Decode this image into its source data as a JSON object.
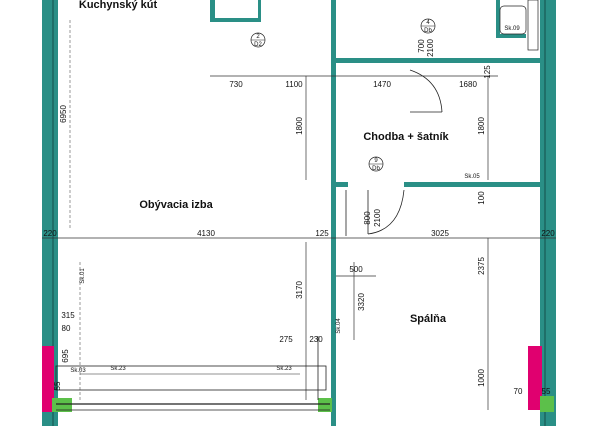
{
  "rooms": {
    "kitchen": "Kuchynský kút",
    "living": "Obývacia izba",
    "hall": "Chodba + šatník",
    "bedroom": "Spálňa"
  },
  "dimensions": {
    "d730": "730",
    "d1100": "1100",
    "d1470": "1470",
    "d1680": "1680",
    "d125_top": "125",
    "d6950": "6950",
    "d1800_left": "1800",
    "d1800_right": "1800",
    "d700": "700",
    "d2100_top": "2100",
    "d220_left": "220",
    "d4130": "4130",
    "d125_mid": "125",
    "d3025": "3025",
    "d220_right": "220",
    "d800": "800",
    "d2100_mid": "2100",
    "d100": "100",
    "d500": "500",
    "d3320": "3320",
    "d3170": "3170",
    "d2375": "2375",
    "d315": "315",
    "d80": "80",
    "d695": "695",
    "d55_left": "55",
    "d275": "275",
    "d230": "230",
    "d1000": "1000",
    "d70": "70",
    "d55_right": "55"
  },
  "tags": {
    "sk01": "Sk.01",
    "sk03": "Sk.03",
    "sk04": "Sk.04",
    "sk05": "Sk.05",
    "sk09": "Sk.09",
    "sk23a": "Sk.23",
    "sk23b": "Sk.23"
  },
  "door_markers": {
    "d2_num": "2",
    "d2_sub": "D2",
    "d4_num": "4",
    "d4_sub": "Db",
    "d9_num": "9",
    "d9_sub": "Db"
  },
  "colors": {
    "wall": "#2a8f86",
    "wall_dark": "#1f6f68",
    "accent_magenta": "#e0006f",
    "accent_green": "#5cc04a",
    "line": "#222222"
  }
}
